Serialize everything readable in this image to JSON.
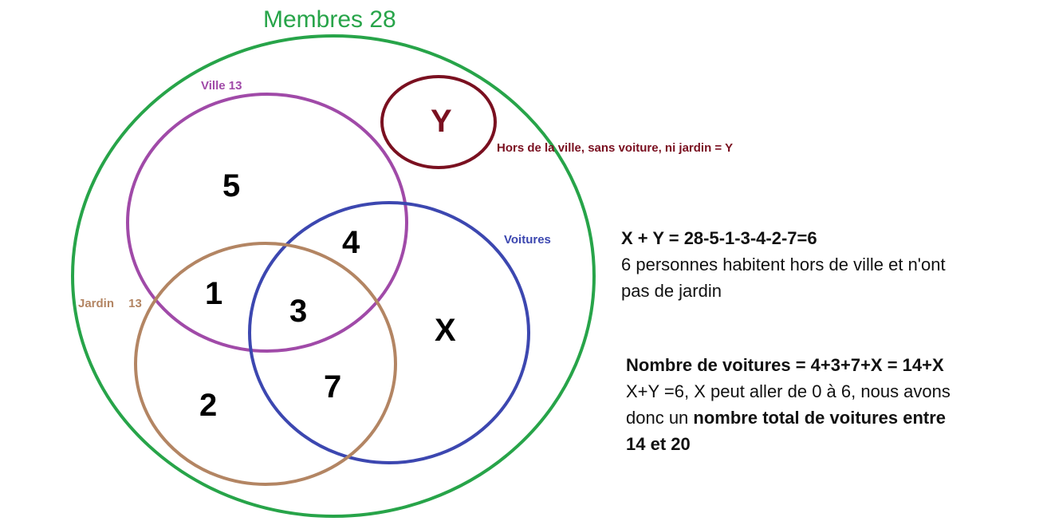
{
  "diagram": {
    "title": "Membres 28",
    "labels": {
      "ville": "Ville 13",
      "voitures": "Voitures",
      "jardin": "Jardin 13",
      "hors": "Hors de la ville, sans voiture, ni jardin = Y"
    },
    "y_symbol": "Y",
    "regions": {
      "ville_only": "5",
      "ville_voitures": "4",
      "ville_jardin": "1",
      "all_three": "3",
      "voitures_only": "X",
      "jardin_only": "2",
      "jardin_voitures": "7"
    },
    "colors": {
      "membres": "#27a449",
      "ville": "#a04aa8",
      "voitures": "#3c47b0",
      "jardin": "#b38563",
      "hors": "#7a1020"
    }
  },
  "notes": {
    "eq1": "X + Y = 28-5-1-3-4-2-7=6",
    "eq1_line1": "6 personnes habitent hors de ville et n'ont",
    "eq1_line2": "pas de jardin",
    "eq2": "Nombre de voitures = 4+3+7+X = 14+X",
    "eq2_line1": "X+Y =6, X peut aller de 0 à 6, nous avons",
    "eq2_line2_plain": "donc un ",
    "eq2_line2_bold": "nombre total de voitures entre",
    "eq2_line3_bold": "14 et 20"
  }
}
